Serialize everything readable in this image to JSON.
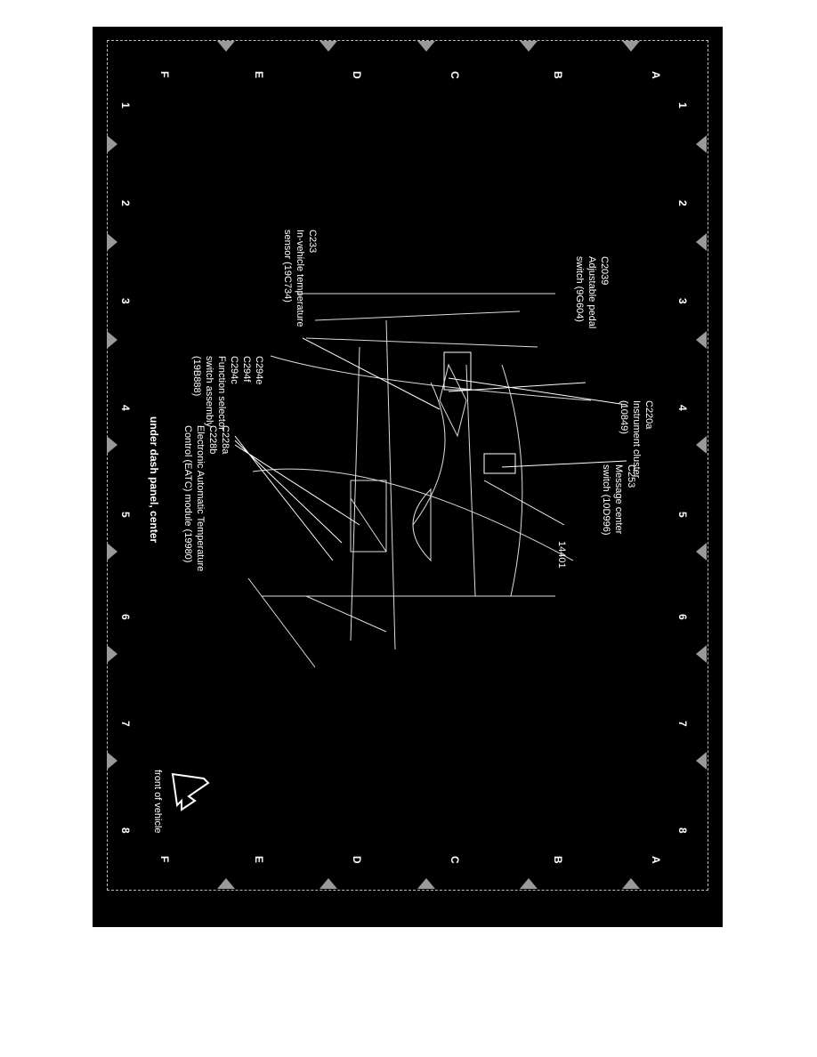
{
  "grid": {
    "rows": [
      "A",
      "B",
      "C",
      "D",
      "E",
      "F"
    ],
    "cols": [
      "1",
      "2",
      "3",
      "4",
      "5",
      "6",
      "7",
      "8"
    ]
  },
  "labels": {
    "c220a": [
      "C220a",
      "Instrument cluster",
      "(10849)"
    ],
    "c253": [
      "C253",
      "Message center",
      "switch (10D996)"
    ],
    "n14401": [
      "14401"
    ],
    "c2039": [
      "C2039",
      "Adjustable pedal",
      "switch (9G604)"
    ],
    "c233": [
      "C233",
      "In-vehicle temperature",
      "sensor (19C734)"
    ],
    "c294": [
      "C294e",
      "C294f",
      "C294c",
      "Function selector",
      "switch assembly",
      "(19B888)"
    ],
    "c228": [
      "C228a",
      "C228b",
      "Electronic Automatic Temperature",
      "Control (EATC) module (19980)"
    ]
  },
  "caption": "under dash panel, center",
  "front": "front of vehicle"
}
